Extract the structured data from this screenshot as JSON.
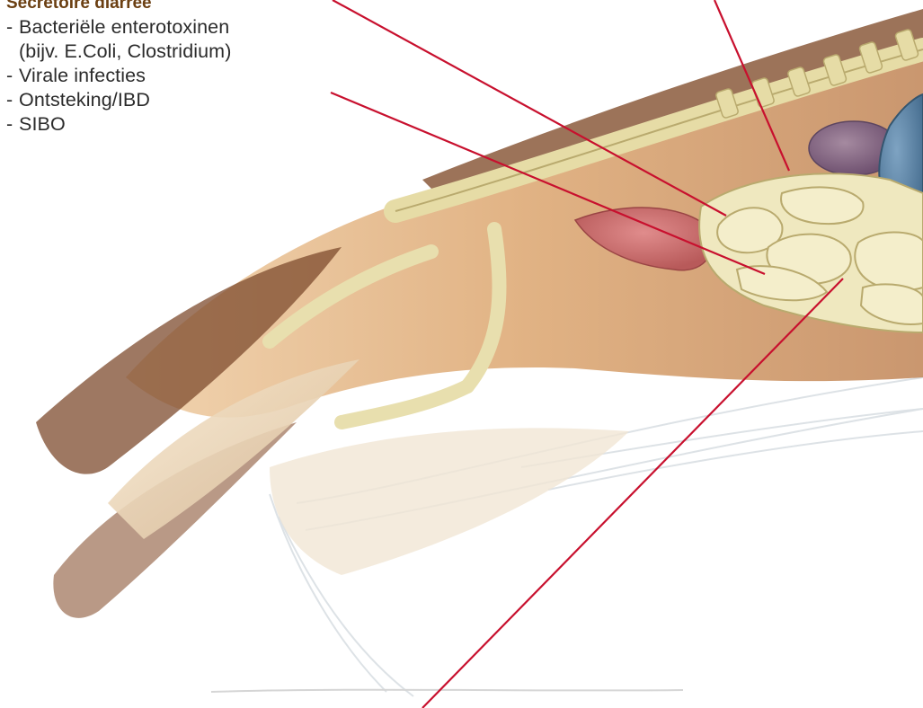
{
  "heading": {
    "text": "Secretoire diarree",
    "color": "#6b3f12"
  },
  "causes": [
    {
      "dash": "-",
      "text": "Bacteriële enterotoxinen\n(bijv. E.Coli, Clostridium)"
    },
    {
      "dash": "-",
      "text": "Virale infecties"
    },
    {
      "dash": "-",
      "text": "Ontsteking/IBD"
    },
    {
      "dash": "-",
      "text": "SIBO"
    }
  ],
  "colors": {
    "text": "#2b2b2b",
    "pointer_line": "#c8102e",
    "fur": "#d9a56e",
    "fur_dark": "#8b5a3c",
    "bone": "#ece3b4",
    "intestine": "#efe8bf",
    "intestine_outline": "#b9aa6e",
    "spleen": "#cf6f6f",
    "kidney": "#8f6f88",
    "stomach": "#5f86a8"
  },
  "icons": {
    "pointer": "leader-line"
  }
}
